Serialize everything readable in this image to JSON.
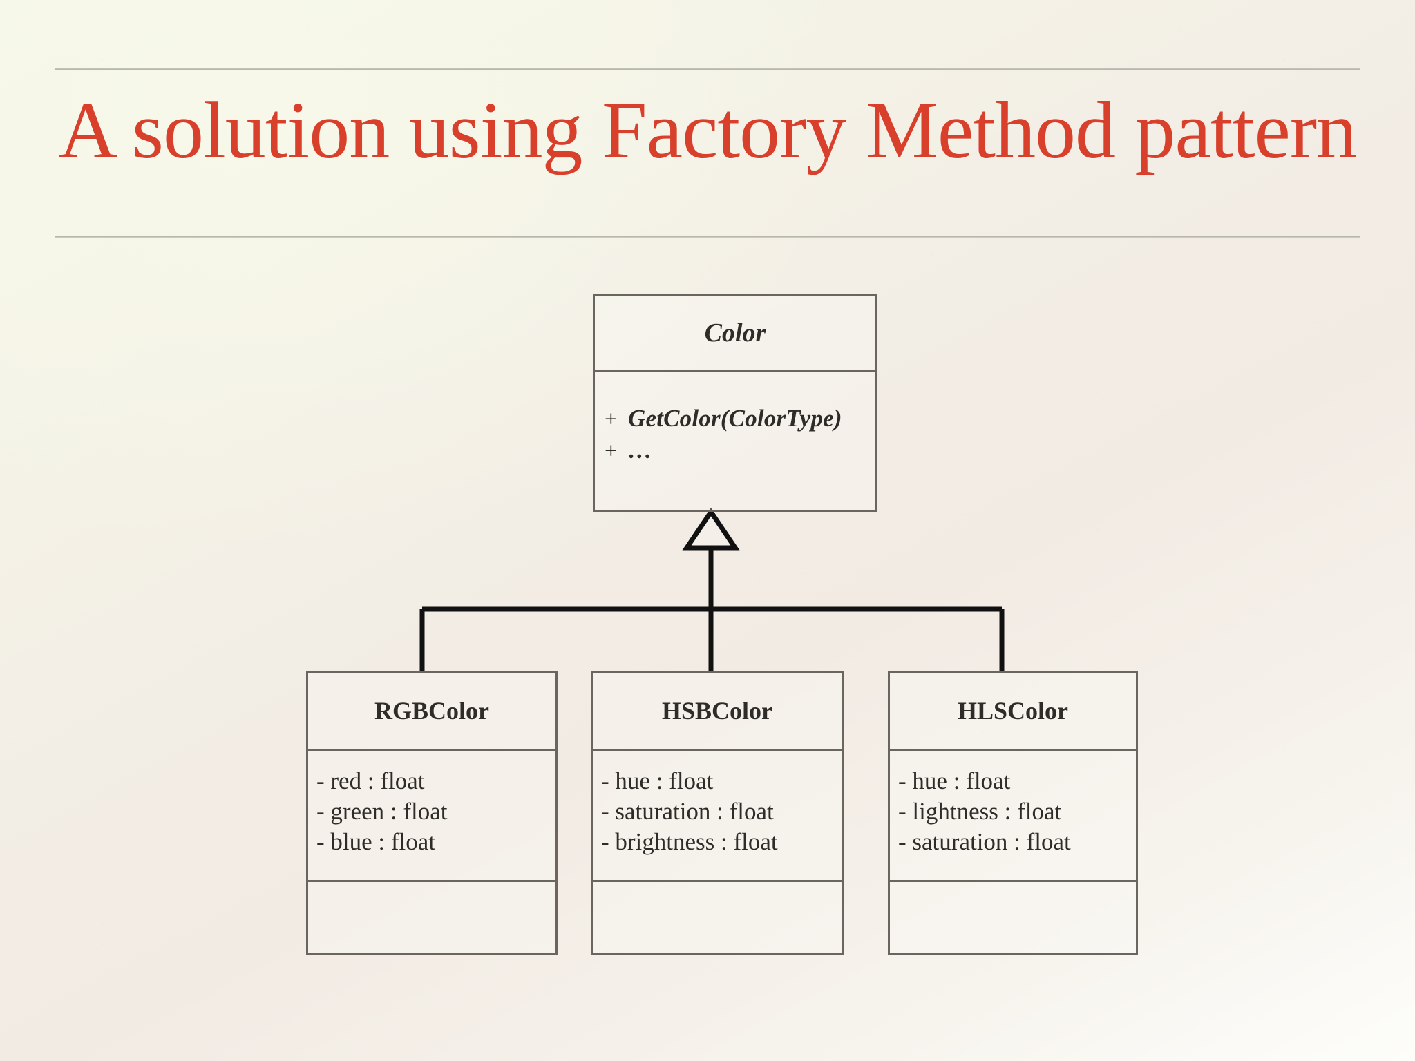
{
  "slide": {
    "title": "A solution using Factory Method pattern",
    "accent_color": "#d8402c",
    "rule_color": "#b3b3a6",
    "box_border_color": "#6a655f",
    "connector_color": "#111111",
    "background_top": "#f6f7e9",
    "background_bottom": "#fdfdfa"
  },
  "diagram": {
    "type": "uml-class-diagram",
    "relationship": "generalization",
    "superclass": {
      "name": "Color",
      "stereotype": "abstract",
      "attributes": [],
      "operations": [
        {
          "visibility": "+",
          "signature": "GetColor(ColorType)"
        },
        {
          "visibility": "+",
          "signature": "…"
        }
      ]
    },
    "subclasses": [
      {
        "name": "RGBColor",
        "attributes": [
          "- red : float",
          "- green : float",
          "- blue : float"
        ],
        "operations": []
      },
      {
        "name": "HSBColor",
        "attributes": [
          "- hue : float",
          "- saturation : float",
          "- brightness : float"
        ],
        "operations": []
      },
      {
        "name": "HLSColor",
        "attributes": [
          "- hue : float",
          "- lightness : float",
          "- saturation : float"
        ],
        "operations": []
      }
    ]
  }
}
